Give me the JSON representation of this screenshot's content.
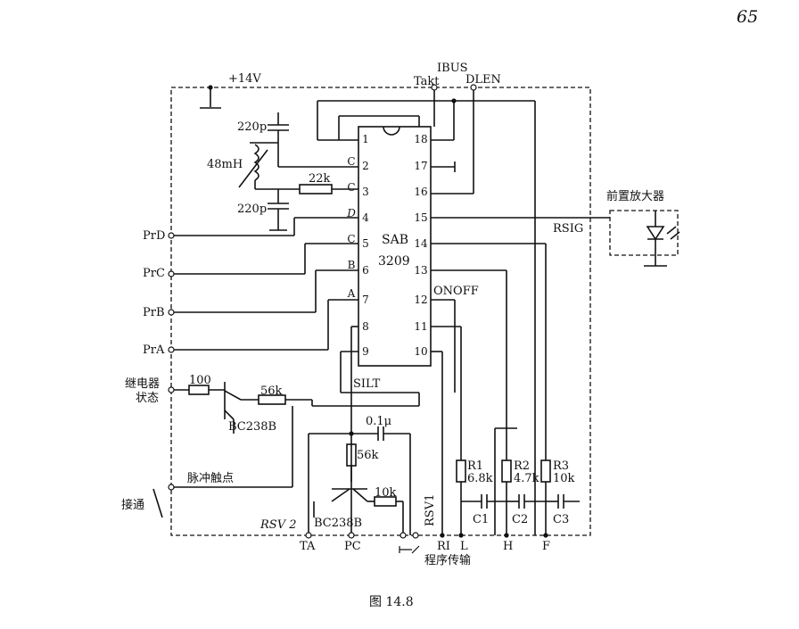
{
  "page_number": "65",
  "caption": "图 14.8",
  "ic": {
    "part": "SAB",
    "number": "3209",
    "left_pins": [
      {
        "num": "1",
        "name": ""
      },
      {
        "num": "2",
        "name": "C"
      },
      {
        "num": "3",
        "name": "C"
      },
      {
        "num": "4",
        "name": "D"
      },
      {
        "num": "5",
        "name": "C"
      },
      {
        "num": "6",
        "name": "B"
      },
      {
        "num": "7",
        "name": "A"
      },
      {
        "num": "8",
        "name": ""
      },
      {
        "num": "9",
        "name": ""
      }
    ],
    "right_pins": [
      {
        "num": "18"
      },
      {
        "num": "17"
      },
      {
        "num": "16"
      },
      {
        "num": "15"
      },
      {
        "num": "14"
      },
      {
        "num": "13"
      },
      {
        "num": "12"
      },
      {
        "num": "11"
      },
      {
        "num": "10"
      }
    ]
  },
  "labels": {
    "supply": "+14V",
    "ibus": "IBUS",
    "takt": "Takt",
    "dlen": "DLEN",
    "cap_top": "220p",
    "cap_bottom": "220p",
    "inductor": "48mH",
    "r_22k": "22k",
    "prD": "PrD",
    "prC": "PrC",
    "prB": "PrB",
    "prA": "PrA",
    "relay_status": "继电器",
    "relay_status2": "状态",
    "r_100": "100",
    "r_56k_h": "56k",
    "transistor_top": "BC238B",
    "silt": "SILT",
    "cap_01u": "0.1μ",
    "r_56k_v": "56k",
    "pulse_contact": "脉冲触点",
    "connect": "接通",
    "r_10k": "10k",
    "transistor_bottom": "BC238B",
    "rsv2": "RSV 2",
    "rsv1": "RSV1",
    "ta": "TA",
    "pc": "PC",
    "ri": "RI",
    "l": "L",
    "h": "H",
    "f": "F",
    "program_transfer": "程序传输",
    "onoff": "ONOFF",
    "rsig": "RSIG",
    "preamp": "前置放大器",
    "r1": "R1",
    "r1_val": "6.8k",
    "r2": "R2",
    "r2_val": "4.7k",
    "r3": "R3",
    "r3_val": "10k",
    "c1": "C1",
    "c2": "C2",
    "c3": "C3"
  }
}
